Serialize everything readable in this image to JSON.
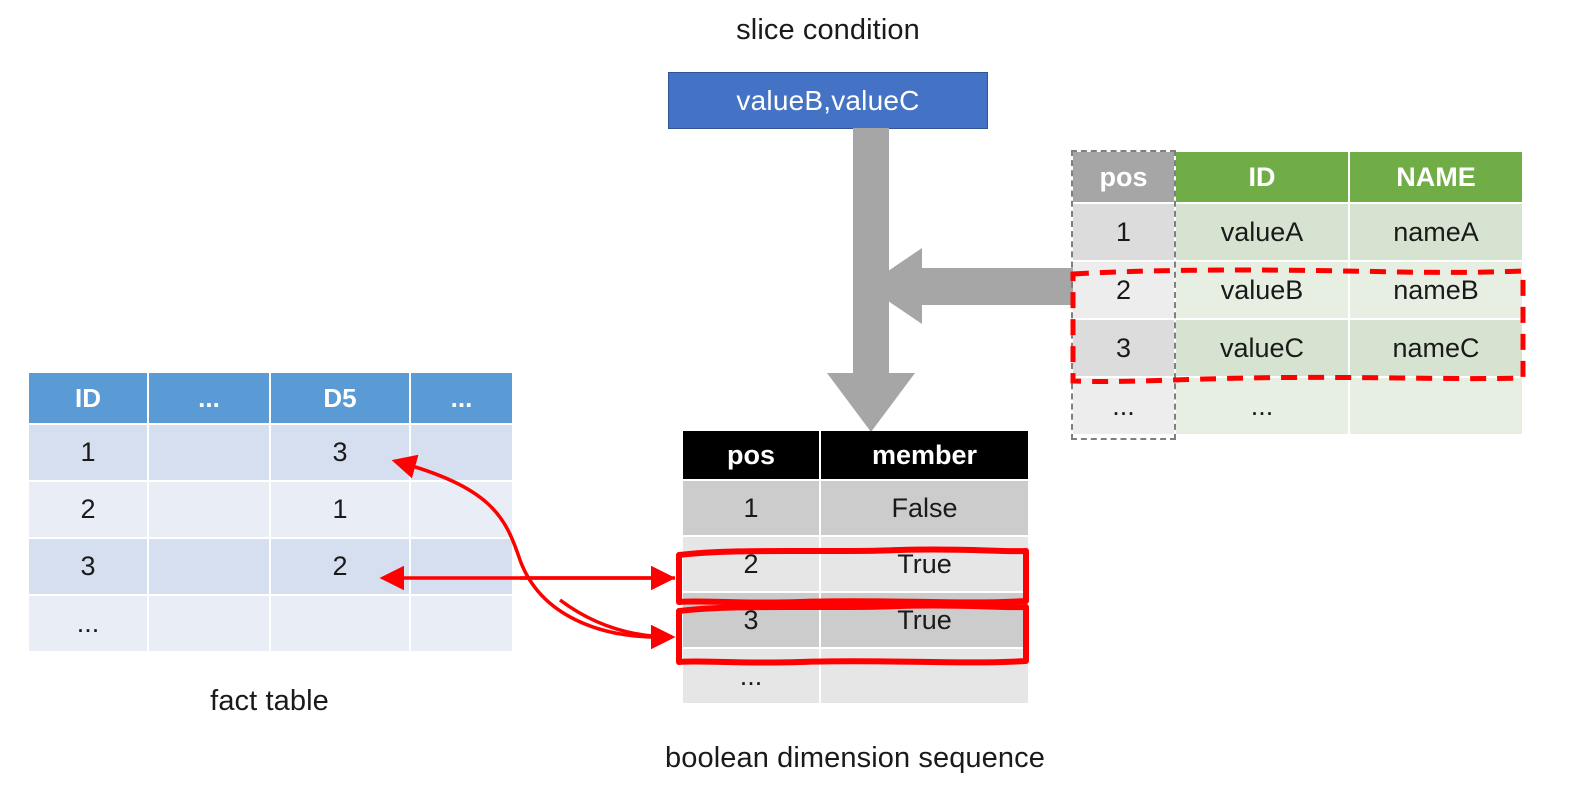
{
  "slice_condition": {
    "label": "slice condition",
    "value": "valueB,valueC",
    "box_color": "#4472C4"
  },
  "fact_table": {
    "caption": "fact table",
    "header_color": "#5B9BD5",
    "columns": [
      "ID",
      "...",
      "D5",
      "..."
    ],
    "rows": [
      [
        "1",
        "",
        "3",
        ""
      ],
      [
        "2",
        "",
        "1",
        ""
      ],
      [
        "3",
        "",
        "2",
        ""
      ],
      [
        "...",
        "",
        "",
        ""
      ]
    ]
  },
  "boolean_table": {
    "caption": "boolean dimension sequence",
    "header_color": "#000000",
    "columns": [
      "pos",
      "member"
    ],
    "rows": [
      [
        "1",
        "False"
      ],
      [
        "2",
        "True"
      ],
      [
        "3",
        "True"
      ],
      [
        "...",
        ""
      ]
    ],
    "highlighted_rows": [
      1,
      2
    ]
  },
  "dimension_table": {
    "pos_header_color": "#A6A6A6",
    "header_color": "#70AD47",
    "columns": [
      "pos",
      "ID",
      "NAME"
    ],
    "rows": [
      [
        "1",
        "valueA",
        "nameA"
      ],
      [
        "2",
        "valueB",
        "nameB"
      ],
      [
        "3",
        "valueC",
        "nameC"
      ],
      [
        "...",
        "...",
        ""
      ]
    ],
    "highlighted_rows": [
      1,
      2
    ]
  },
  "annotations": {
    "highlight_color": "#FF0000",
    "flow_arrow_color": "#A6A6A6"
  }
}
